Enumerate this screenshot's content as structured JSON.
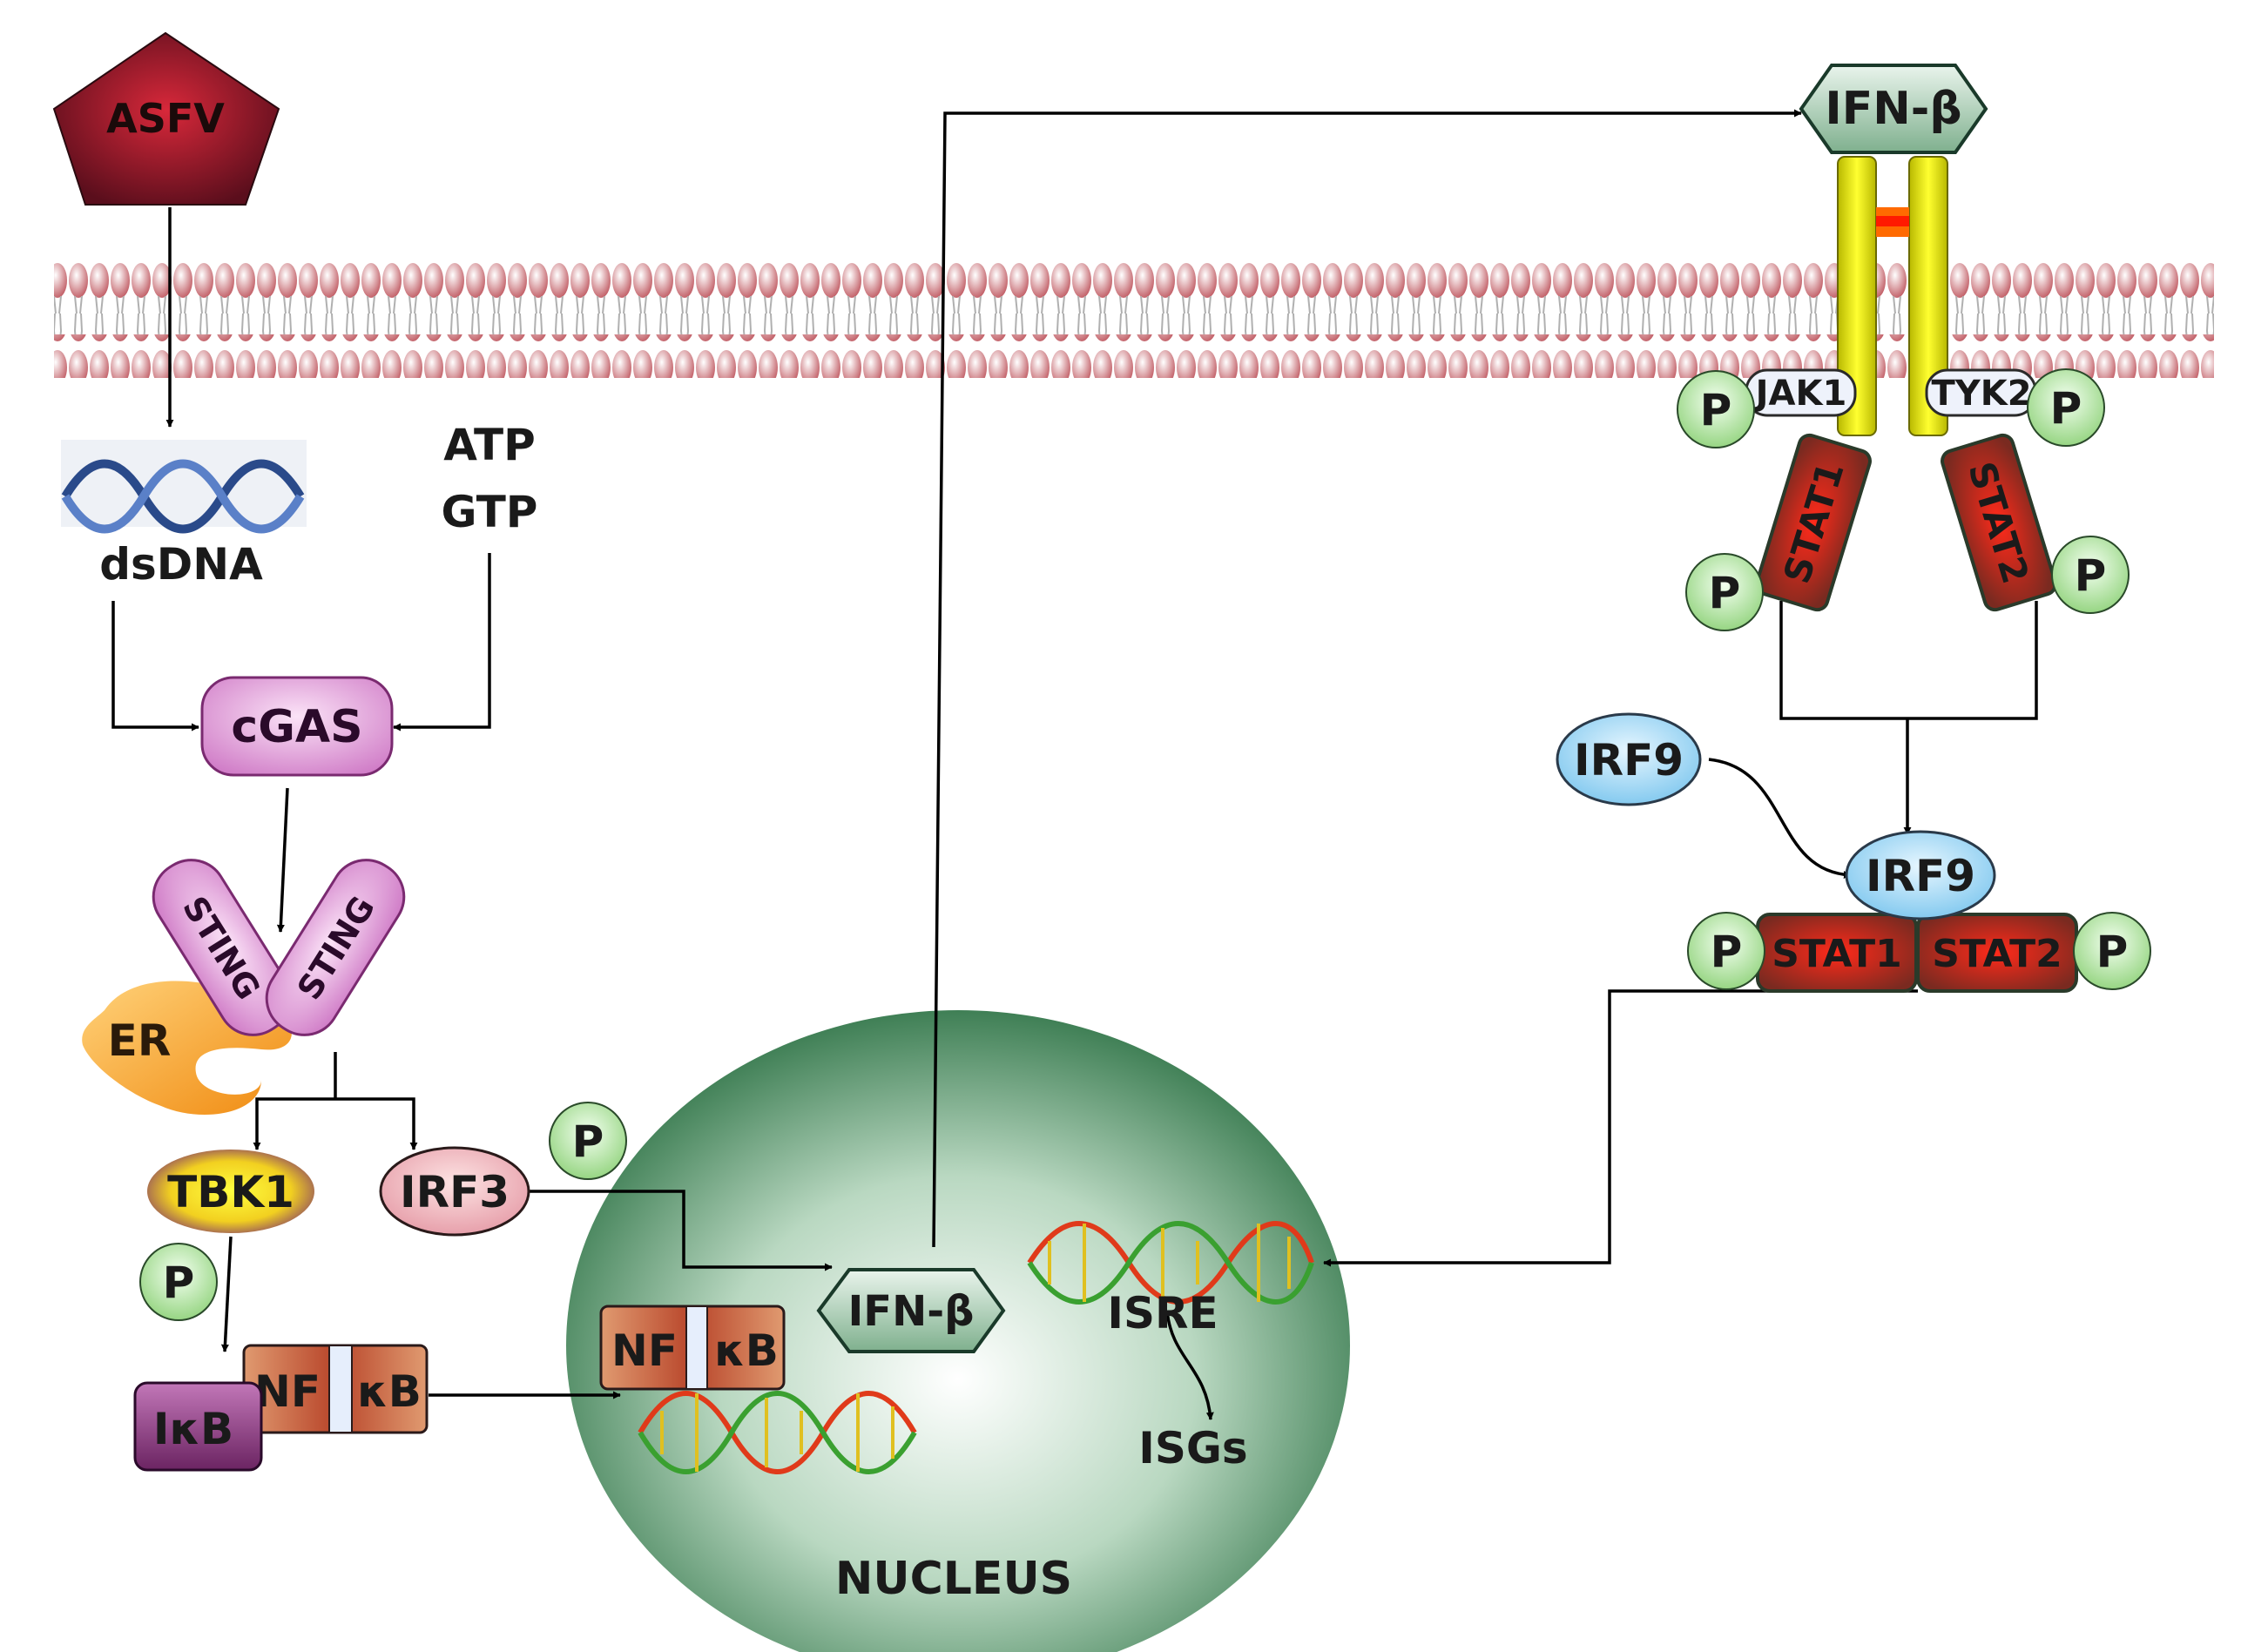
{
  "virus": {
    "label": "ASFV"
  },
  "dna": {
    "label": "dsDNA"
  },
  "nucleotides": {
    "atp": "ATP",
    "gtp": "GTP"
  },
  "cgas": {
    "label": "cGAS"
  },
  "sting": {
    "left": "STING",
    "right": "STING"
  },
  "er": {
    "label": "ER"
  },
  "tbk1": {
    "label": "TBK1"
  },
  "irf3": {
    "label": "IRF3"
  },
  "phospho": {
    "label": "P"
  },
  "ikb": {
    "label": "IκB"
  },
  "nfkb": {
    "left": "NF",
    "right": "κB"
  },
  "nucleus": {
    "label": "NUCLEUS",
    "ifnb": "IFN-β",
    "isre": "ISRE",
    "isgs": "ISGs"
  },
  "receptor": {
    "ifnb": "IFN-β",
    "jak1": "JAK1",
    "tyk2": "TYK2",
    "stat1": "STAT1",
    "stat2": "STAT2"
  },
  "irf9": {
    "label": "IRF9"
  },
  "complex": {
    "irf9": "IRF9",
    "stat1": "STAT1",
    "stat2": "STAT2"
  },
  "colors": {
    "virus": "#8b1a2b",
    "pink": "#e8a2e0",
    "purple": "#8a3a86",
    "stat_red": "#d9271b",
    "p_green": "#b8e8a8",
    "irf9_blue": "#9fd6f2",
    "receptor_yellow": "#e6e600",
    "nucleus": "#5a9a6e",
    "membrane": "#b5535a"
  }
}
